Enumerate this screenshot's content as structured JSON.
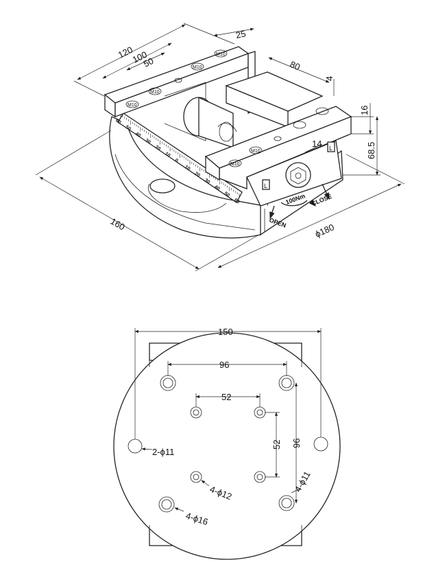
{
  "top_view": {
    "dims": {
      "d120": "120",
      "d100": "100",
      "d50": "50",
      "d25": "25",
      "d80": "80",
      "d4": "4",
      "d16": "16",
      "d68_5": "68.5",
      "d14": "14",
      "d160": "160",
      "d180": "ϕ180"
    },
    "hole_labels": [
      "M10",
      "M10",
      "M10",
      "M10",
      "M10",
      "M10"
    ],
    "scale_numbers": [
      "60",
      "50",
      "40",
      "30",
      "20",
      "10",
      "0",
      "10",
      "20",
      "30",
      "40",
      "50",
      "60"
    ],
    "torque": "100Nm",
    "open_label": "OPEN",
    "close_label": "CLOSE",
    "jaw_mark": "L"
  },
  "bottom_view": {
    "dims": {
      "d150": "150",
      "d96_h": "96",
      "d52_h": "52",
      "d52_v": "52",
      "d96_v": "96"
    },
    "callouts": {
      "c2_11": "2-ϕ11",
      "c4_11": "4-ϕ11",
      "c4_12": "4-ϕ12",
      "c4_16": "4-ϕ16"
    }
  }
}
